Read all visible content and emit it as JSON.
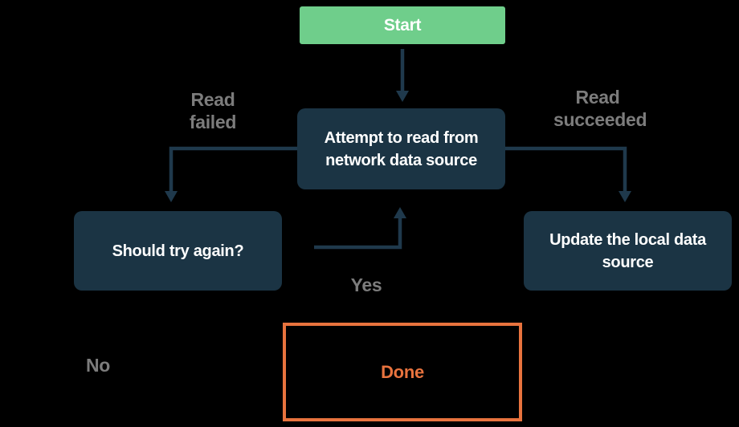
{
  "diagram": {
    "type": "flowchart",
    "nodes": {
      "start": {
        "label": "Start",
        "kind": "start"
      },
      "attempt": {
        "label": "Attempt to read from network data source",
        "kind": "process"
      },
      "retry": {
        "label": "Should try again?",
        "kind": "process"
      },
      "update": {
        "label": "Update the local data source",
        "kind": "process"
      },
      "done": {
        "label": "Done",
        "kind": "terminal"
      }
    },
    "edges": {
      "start_to_attempt": {
        "from": "start",
        "to": "attempt",
        "label": ""
      },
      "attempt_to_retry": {
        "from": "attempt",
        "to": "retry",
        "label": "Read failed"
      },
      "attempt_to_update": {
        "from": "attempt",
        "to": "update",
        "label": "Read succeeded"
      },
      "retry_to_attempt": {
        "from": "retry",
        "to": "attempt",
        "label": "Yes"
      },
      "retry_to_done": {
        "from": "retry",
        "to": "done",
        "label": "No"
      }
    }
  },
  "colors": {
    "bg": "#000000",
    "start_fill": "#6FCE8B",
    "node_fill": "#1B3444",
    "arrow": "#1F394C",
    "label_gray": "#7C7C7C",
    "accent_orange": "#E8733E",
    "node_text": "#FFFFFF"
  }
}
